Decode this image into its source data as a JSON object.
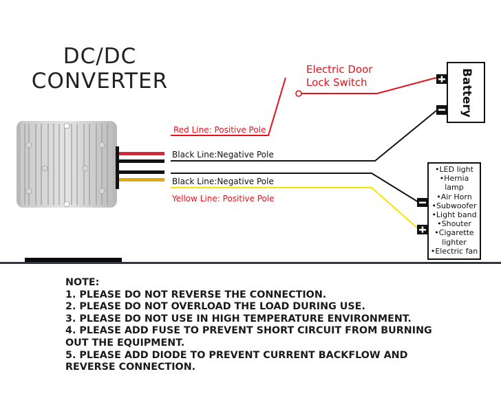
{
  "title": {
    "line1": "DC/DC",
    "line2": "CONVERTER"
  },
  "wires": {
    "red_label": "Red Line: Positive Pole",
    "black_label_top": "Black Line:Negative Pole",
    "black_label_bottom": "Black Line:Negative Pole",
    "yellow_label": "Yellow Line: Positive Pole"
  },
  "switch": {
    "label_line1": "Electric Door",
    "label_line2": "Lock Switch"
  },
  "battery": {
    "label": "Battery",
    "positive_symbol": "+",
    "negative_symbol": "−"
  },
  "load": {
    "items": [
      "•LED light",
      "•Hernia",
      "lamp",
      "•Air Horn",
      "•Subwoofer",
      "•Light band",
      "•Shouter",
      "•Cigarette",
      "lighter",
      "•Electric fan"
    ],
    "positive_symbol": "+",
    "negative_symbol": "−"
  },
  "colors": {
    "red_wire": "#e8101a",
    "black_wire": "#111111",
    "yellow_wire": "#f5e400",
    "divider": "#2b3640"
  },
  "notes": [
    "NOTE:",
    "1. PLEASE DO NOT REVERSE THE CONNECTION.",
    "2. PLEASE DO NOT OVERLOAD THE LOAD DURING USE.",
    "3. PLEASE DO NOT USE IN HIGH TEMPERATURE ENVIRONMENT.",
    "4. PLEASE ADD FUSE TO PREVENT SHORT CIRCUIT FROM BURNING",
    "OUT THE EQUIPMENT.",
    "5. PLEASE ADD DIODE TO PREVENT CURRENT BACKFLOW AND",
    "REVERSE CONNECTION."
  ]
}
